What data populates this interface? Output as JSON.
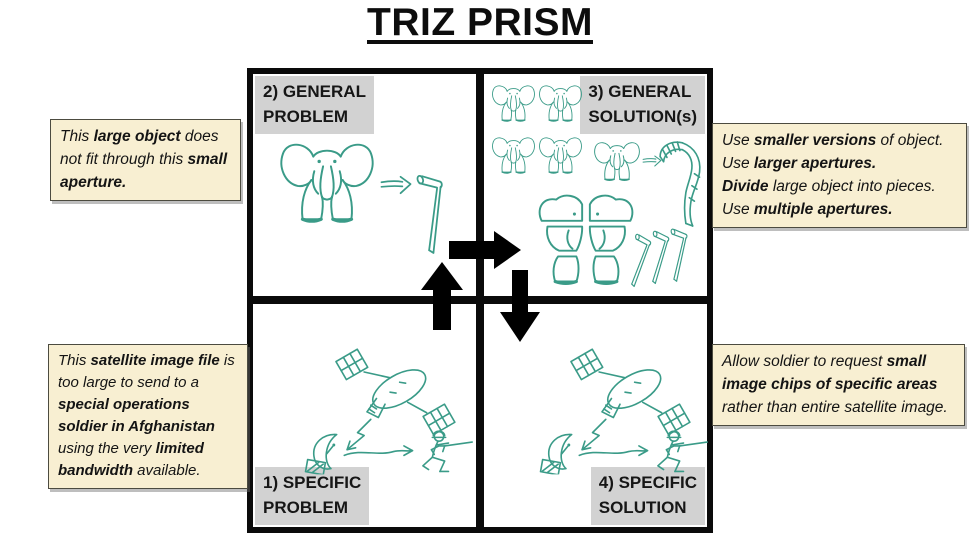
{
  "title": "TRIZ PRISM",
  "quadrants": {
    "general_problem": {
      "label": "2) GENERAL\nPROBLEM"
    },
    "general_solution": {
      "label": "3) GENERAL\nSOLUTION(s)"
    },
    "specific_problem": {
      "label": "1) SPECIFIC\nPROBLEM"
    },
    "specific_solution": {
      "label": "4) SPECIFIC\nSOLUTION"
    }
  },
  "notes": {
    "general_problem": {
      "lines": [
        [
          {
            "t": "This ",
            "b": false
          },
          {
            "t": "large object",
            "b": true
          },
          {
            "t": " does not fit through this ",
            "b": false
          },
          {
            "t": "small aperture.",
            "b": true
          }
        ]
      ]
    },
    "general_solution": {
      "lines": [
        [
          {
            "t": "Use ",
            "b": false
          },
          {
            "t": "smaller versions",
            "b": true
          },
          {
            "t": " of object.",
            "b": false
          }
        ],
        [
          {
            "t": "Use ",
            "b": false
          },
          {
            "t": "larger apertures.",
            "b": true
          }
        ],
        [
          {
            "t": "Divide",
            "b": true
          },
          {
            "t": " large object into pieces.",
            "b": false
          }
        ],
        [
          {
            "t": "Use ",
            "b": false
          },
          {
            "t": "multiple apertures.",
            "b": true
          }
        ]
      ]
    },
    "specific_problem": {
      "lines": [
        [
          {
            "t": "This ",
            "b": false
          },
          {
            "t": "satellite image file",
            "b": true
          },
          {
            "t": " is too large to send to a ",
            "b": false
          },
          {
            "t": "special operations soldier in Afghanistan",
            "b": true
          },
          {
            "t": " using the very ",
            "b": false
          },
          {
            "t": "limited bandwidth",
            "b": true
          },
          {
            "t": " available.",
            "b": false
          }
        ]
      ]
    },
    "specific_solution": {
      "lines": [
        [
          {
            "t": "Allow soldier to request ",
            "b": false
          },
          {
            "t": "small image chips of specific areas",
            "b": true
          },
          {
            "t": " rather than entire satellite image.",
            "b": false
          }
        ]
      ]
    }
  },
  "flow_arrows": [
    {
      "name": "specific-problem-to-general-problem",
      "direction": "up"
    },
    {
      "name": "general-problem-to-general-solution",
      "direction": "right"
    },
    {
      "name": "general-solution-to-specific-solution",
      "direction": "down"
    }
  ],
  "sketches": {
    "general_problem": [
      "elephant",
      "sketch-arrow",
      "small-aperture-tube"
    ],
    "general_solution": [
      "four-small-elephants",
      "elephant",
      "sketch-arrow",
      "large-aperture-funnel",
      "divided-elephant-pieces",
      "three-aperture-tubes"
    ],
    "specific_problem": [
      "satellite",
      "downlink-zigzag",
      "ground-dish",
      "data-arrow",
      "soldier"
    ],
    "specific_solution": [
      "satellite",
      "downlink-zigzag",
      "ground-dish",
      "data-arrow",
      "soldier"
    ]
  },
  "colors": {
    "sketch": "#3a9b88",
    "note_bg": "#f8efd2",
    "label_bg": "#d2d2d2",
    "arrow": "#000000"
  }
}
